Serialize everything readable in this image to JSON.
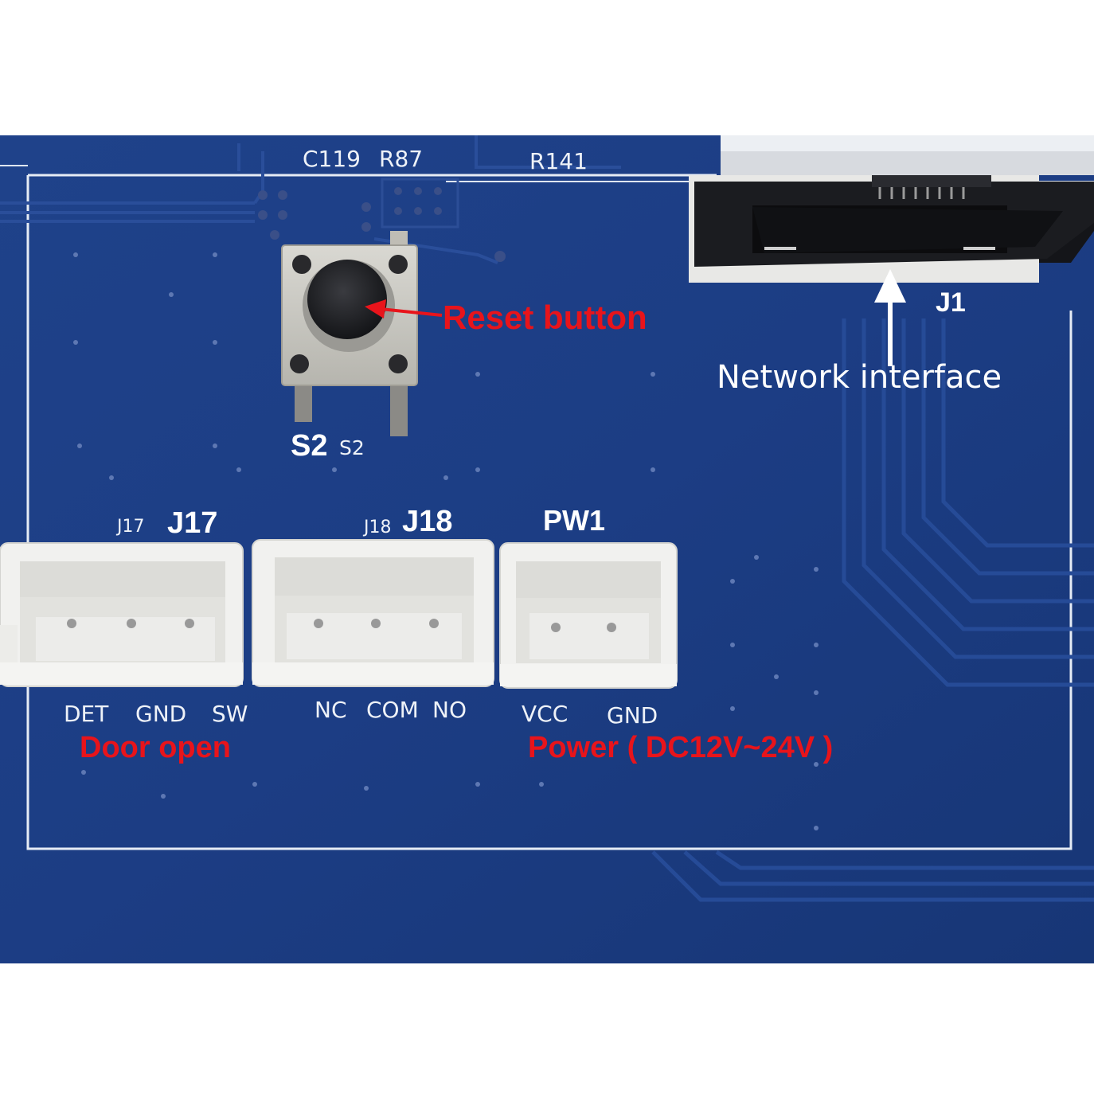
{
  "colors": {
    "pcb_blue": "#1d3f86",
    "annotation_red": "#e8141b",
    "annotation_white": "#ffffff",
    "connector_white": "#f1f1ef"
  },
  "silkscreen": {
    "c119": "C119",
    "r87": "R87",
    "r141": "R141",
    "s2_large": "S2",
    "s2_small": "S2",
    "j17_small": "J17",
    "j17_large": "J17",
    "j18_small": "J18",
    "j18_large": "J18",
    "pw1": "PW1",
    "j1": "J1"
  },
  "pins": {
    "j17": [
      "DET",
      "GND",
      "SW"
    ],
    "j18": [
      "NC",
      "COM",
      "NO"
    ],
    "pw1": [
      "VCC",
      "GND"
    ]
  },
  "annotations": {
    "reset_button": "Reset button",
    "network_interface": "Network interface",
    "door_open": "Door open",
    "power": "Power ( DC12V~24V )"
  }
}
